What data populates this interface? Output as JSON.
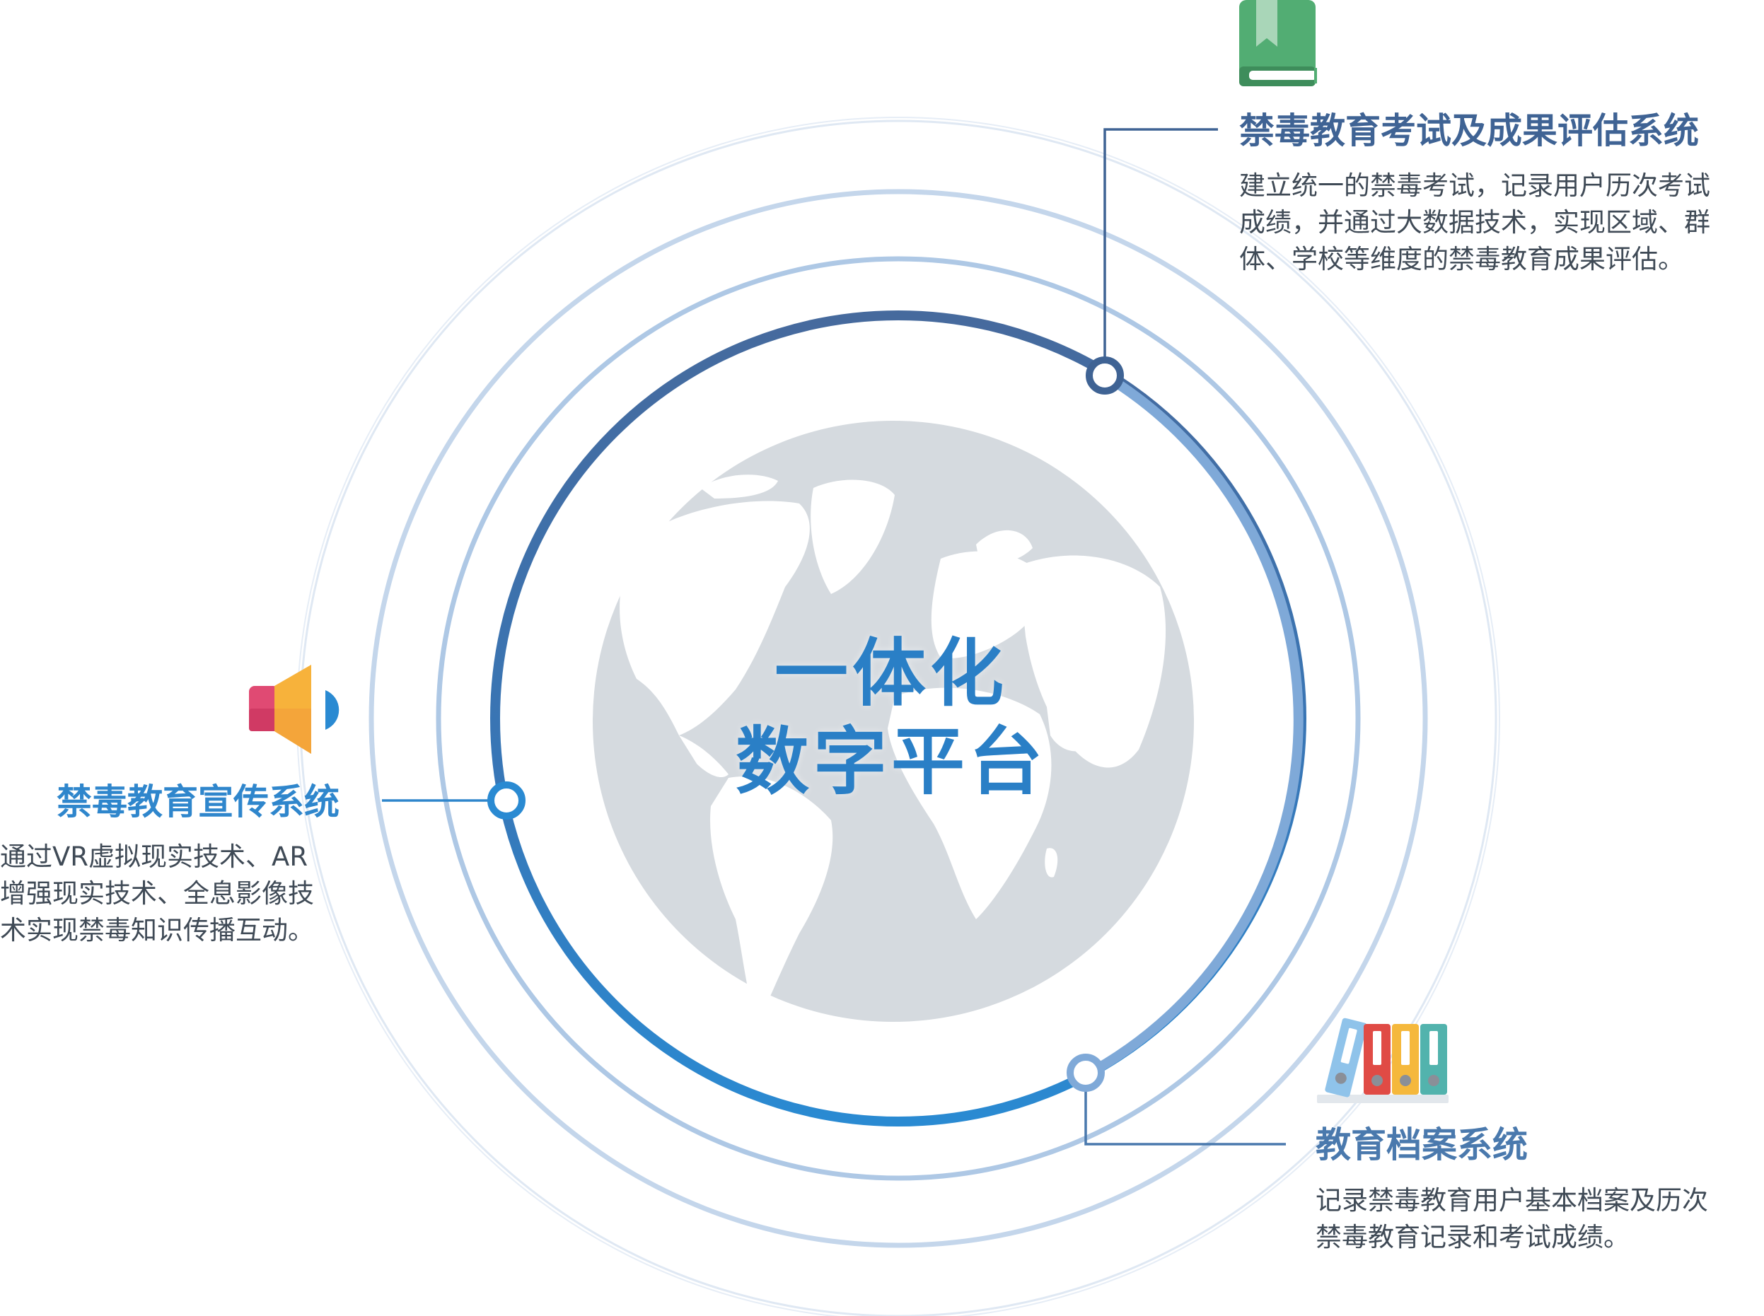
{
  "center": {
    "line1": "一体化",
    "line2": "数字平台"
  },
  "systems": {
    "exam": {
      "title": "禁毒教育考试及成果评估系统",
      "desc_lines": [
        "建立统一的禁毒考试，记录用户历次考试",
        "成绩，并通过大数据技术，实现区域、群",
        "体、学校等维度的禁毒教育成果评估。"
      ],
      "icon": "book-icon"
    },
    "promo": {
      "title": "禁毒教育宣传系统",
      "desc_lines": [
        "通过VR虚拟现实技术、AR",
        "增强现实技术、全息影像技",
        "术实现禁毒知识传播互动。"
      ],
      "icon": "speaker-icon"
    },
    "archive": {
      "title": "教育档案系统",
      "desc_lines": [
        "记录禁毒教育用户基本档案及历次",
        "禁毒教育记录和考试成绩。"
      ],
      "icon": "binders-icon"
    }
  },
  "colors": {
    "ring_dark": "#3f6394",
    "ring_blue": "#2a8ad2",
    "ring_light": "#7fa9d8",
    "outer_ring": "#b3cbe5",
    "faint_ring": "#dde8f4",
    "globe": "#d5dadf",
    "land": "#ffffff",
    "book_green": "#52ad73",
    "speaker_pink": "#e04a73",
    "speaker_orange": "#f7b23b",
    "speaker_blue": "#2a8ad2",
    "binder_blue": "#8fc3ea",
    "binder_red": "#e04b45",
    "binder_yellow": "#f5b83c",
    "binder_teal": "#52b3ad"
  }
}
